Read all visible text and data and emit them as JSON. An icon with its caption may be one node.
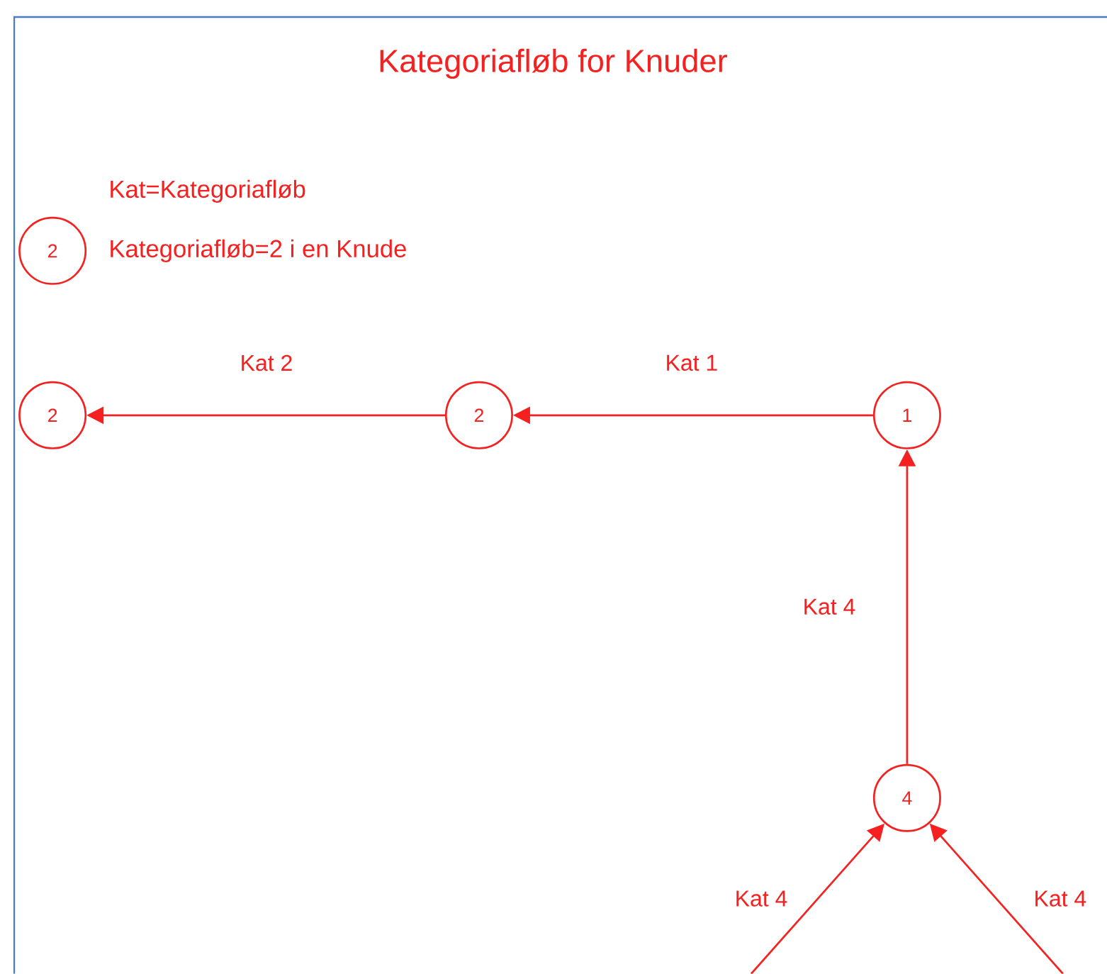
{
  "diagram": {
    "title": "Kategoriafløb for Knuder",
    "nodes": [
      {
        "text": [
          "2"
        ],
        "beside": [
          "Kategoriafløb=2 i en Knude"
        ]
      },
      {
        "text": [
          "2"
        ]
      },
      {
        "text": [
          "2"
        ]
      },
      {
        "text": [
          "1"
        ]
      },
      {
        "text": [
          "4"
        ]
      }
    ],
    "edges": [
      {
        "from": 2,
        "to": 1,
        "arrow": "to",
        "label": "Kat 2"
      },
      {
        "from": 3,
        "to": 2,
        "arrow": "to",
        "label": "Kat 1"
      },
      {
        "from": 4,
        "to": 3,
        "arrow": "to",
        "label": "Kat 4"
      },
      {
        "from": null,
        "to": 4,
        "arrow": "to",
        "label": "Kat 4"
      },
      {
        "from": null,
        "to": 4,
        "arrow": "to",
        "label": "Kat 4"
      }
    ],
    "labels": [
      "Kat=Kategoriafløb"
    ]
  }
}
